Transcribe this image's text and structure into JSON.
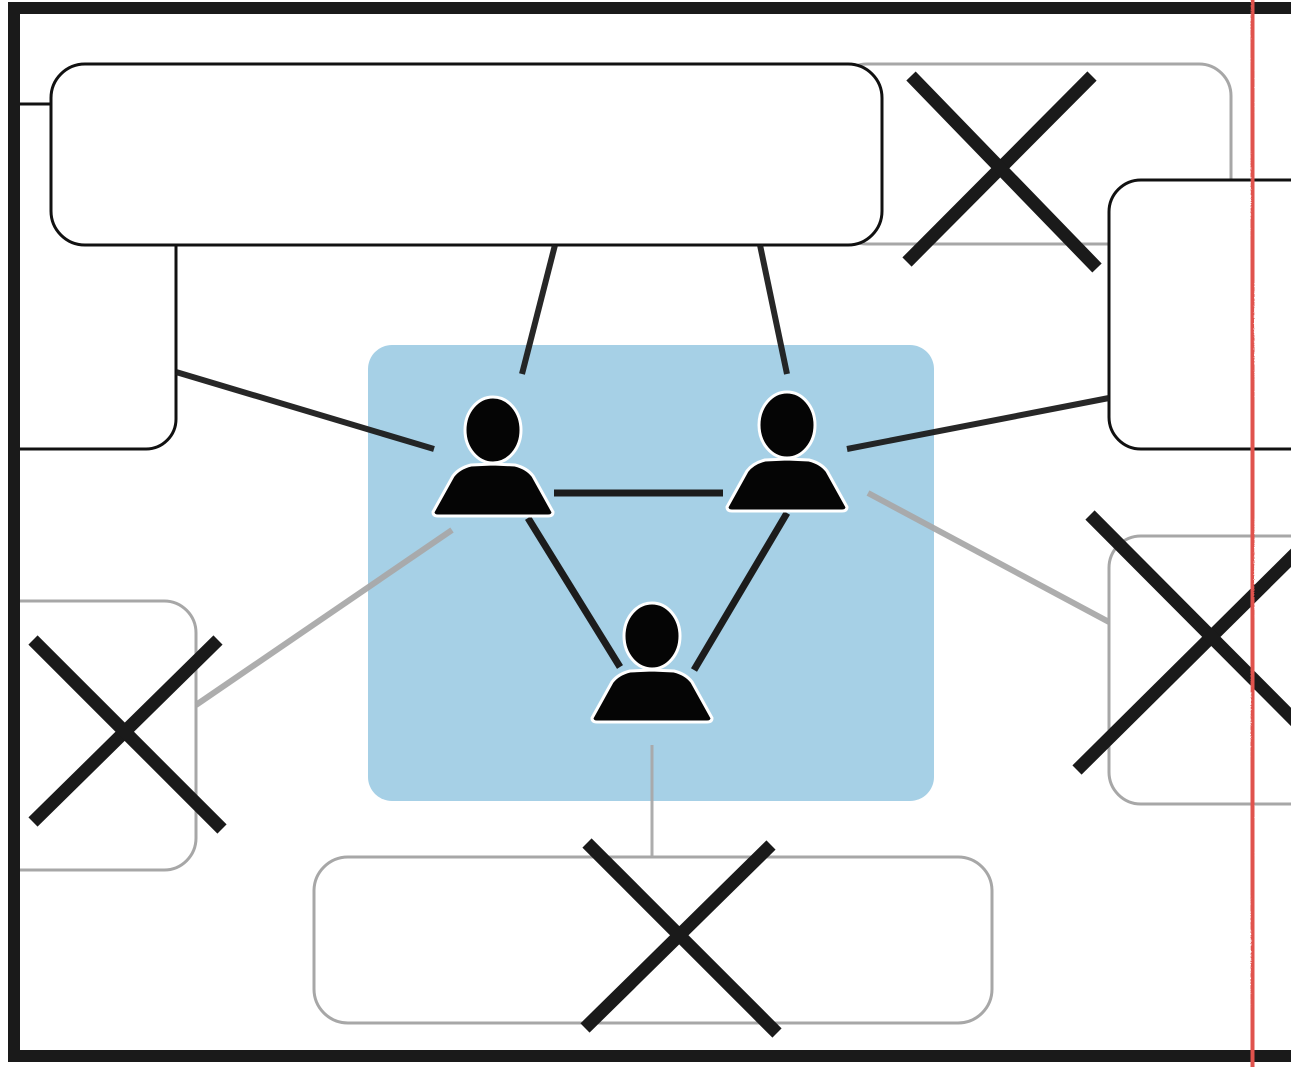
{
  "diagram": {
    "frame": {
      "stroke": "#1a1a1a"
    },
    "core_group": {
      "fill": "#a6d0e6",
      "people_count": 3
    },
    "active_container": {
      "stroke": "#111111"
    },
    "inactive_container": {
      "stroke": "#a7a7a7"
    },
    "connector": {
      "active": "#1c1c1c",
      "inactive": "#a9a9a9"
    },
    "cross_mark": {
      "stroke": "#1a1a1a",
      "count": 4
    },
    "boundary": {
      "stroke": "#e0524d",
      "style": "hand-drawn"
    },
    "icons": [
      "person-icon",
      "person-icon",
      "person-icon",
      "x-mark-icon"
    ],
    "containers": [
      {
        "id": "top-wide",
        "state": "active"
      },
      {
        "id": "top-right-faded",
        "state": "removed"
      },
      {
        "id": "left-tall",
        "state": "active"
      },
      {
        "id": "right-mid",
        "state": "active"
      },
      {
        "id": "left-lower",
        "state": "removed"
      },
      {
        "id": "right-lower",
        "state": "removed"
      },
      {
        "id": "bottom-wide",
        "state": "removed"
      }
    ]
  }
}
